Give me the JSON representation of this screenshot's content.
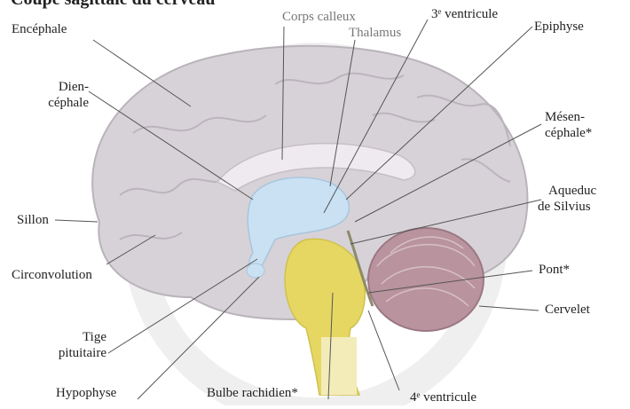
{
  "title": "Coupe sagittale du cerveau",
  "labels": {
    "encephale": "Encéphale",
    "diencephale_1": "Dien-",
    "diencephale_2": "céphale",
    "sillon": "Sillon",
    "circonvolution": "Circonvolution",
    "tige_1": "Tige",
    "tige_2": "pituitaire",
    "hypophyse": "Hypophyse",
    "bulbe": "Bulbe rachidien*",
    "corps_calleux": "Corps calleux",
    "thalamus": "Thalamus",
    "ventricule3": "3ᵉ ventricule",
    "epiphyse": "Epiphyse",
    "mesencephale_1": "Mésen-",
    "mesencephale_2": "céphale*",
    "aqueduc_1": "Aqueduc",
    "aqueduc_2": "de Silvius",
    "pont": "Pont*",
    "cervelet": "Cervelet",
    "ventricule4": "4ᵉ ventricule"
  },
  "colors": {
    "cortex": "#d7d2d8",
    "cortex_outline": "#b9b3ba",
    "diencephalon": "#c9e1f3",
    "brainstem": "#e6d763",
    "cerebellum": "#b9939e",
    "leader_line": "#555555",
    "watermark": "#eeeeee"
  }
}
